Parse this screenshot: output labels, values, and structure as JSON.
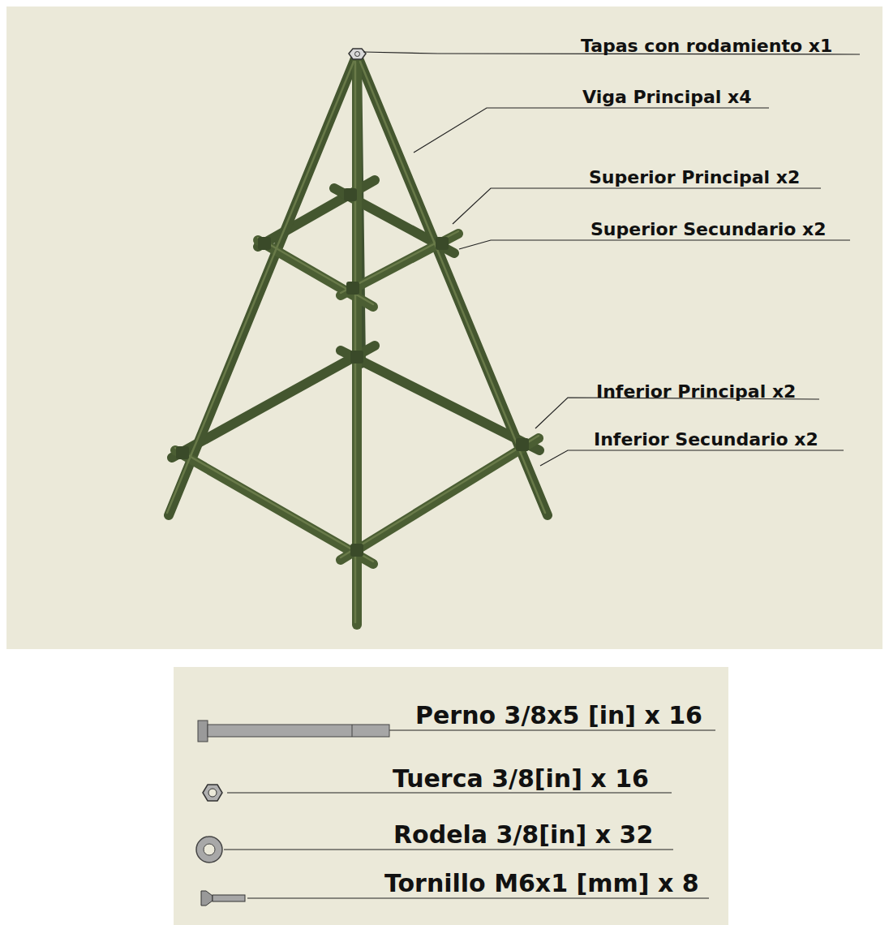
{
  "diagram": {
    "labels": [
      "Tapas con rodamiento x1",
      "Viga Principal x4",
      "Superior Principal x2",
      "Superior Secundario x2",
      "Inferior Principal x2",
      "Inferior Secundario x2",
      "Perno 3/8x5 [in] x 16",
      "Tuerca 3/8[in] x 16",
      "Rodela 3/8[in] x 32",
      "Tornillo M6x1 [mm] x 8"
    ]
  }
}
